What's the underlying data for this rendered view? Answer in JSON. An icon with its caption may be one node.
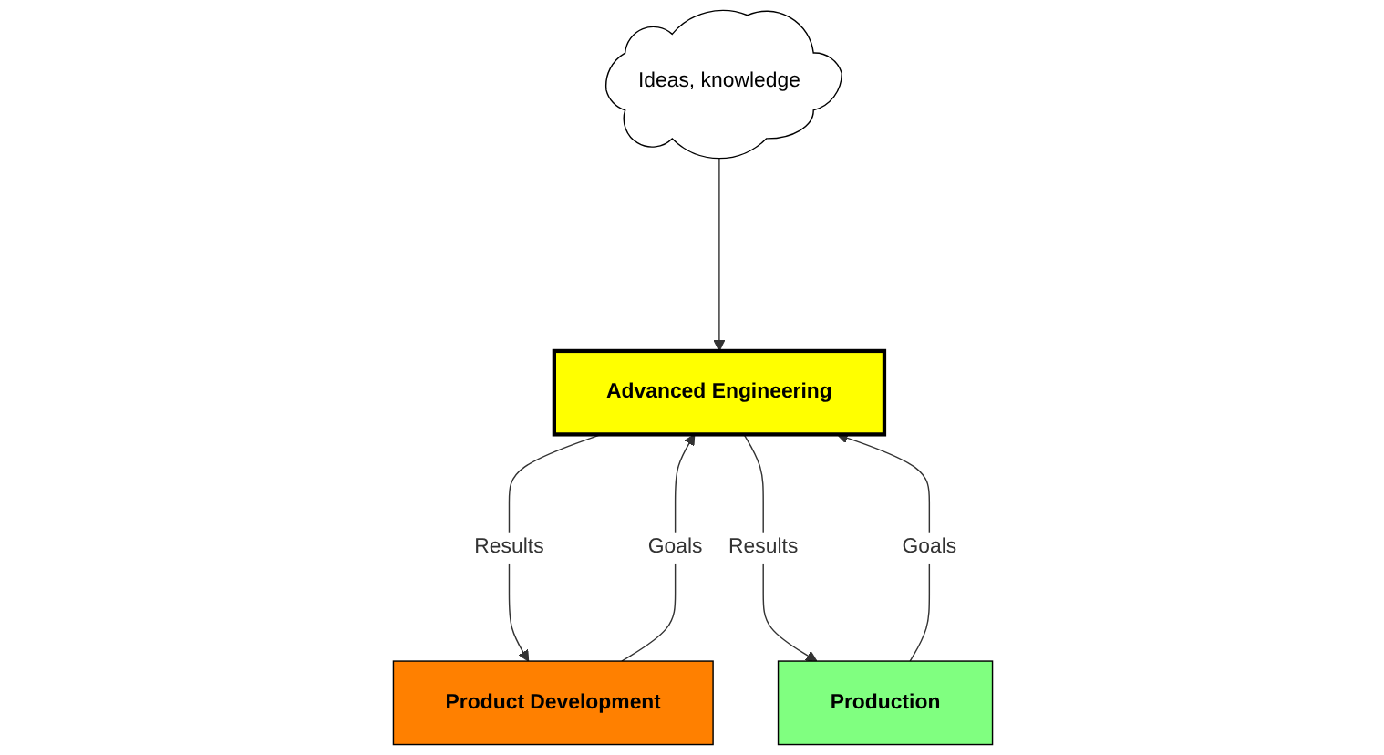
{
  "diagram": {
    "nodes": [
      {
        "text": [
          "Ideas, knowledge"
        ]
      },
      {
        "text": [
          "Advanced Engineering"
        ]
      },
      {
        "text": [
          "Product Development"
        ]
      },
      {
        "text": [
          "Production"
        ]
      }
    ],
    "edges": [
      {
        "from": 0,
        "to": 1,
        "arrow": "to"
      },
      {
        "from": 2,
        "to": 1,
        "arrow": "to",
        "label": "Goals"
      },
      {
        "from": 1,
        "to": 2,
        "arrow": "to",
        "label": "Results"
      },
      {
        "from": 3,
        "to": 1,
        "arrow": "to",
        "label": "Goals"
      },
      {
        "from": 1,
        "to": 3,
        "arrow": "to",
        "label": "Results"
      }
    ]
  }
}
